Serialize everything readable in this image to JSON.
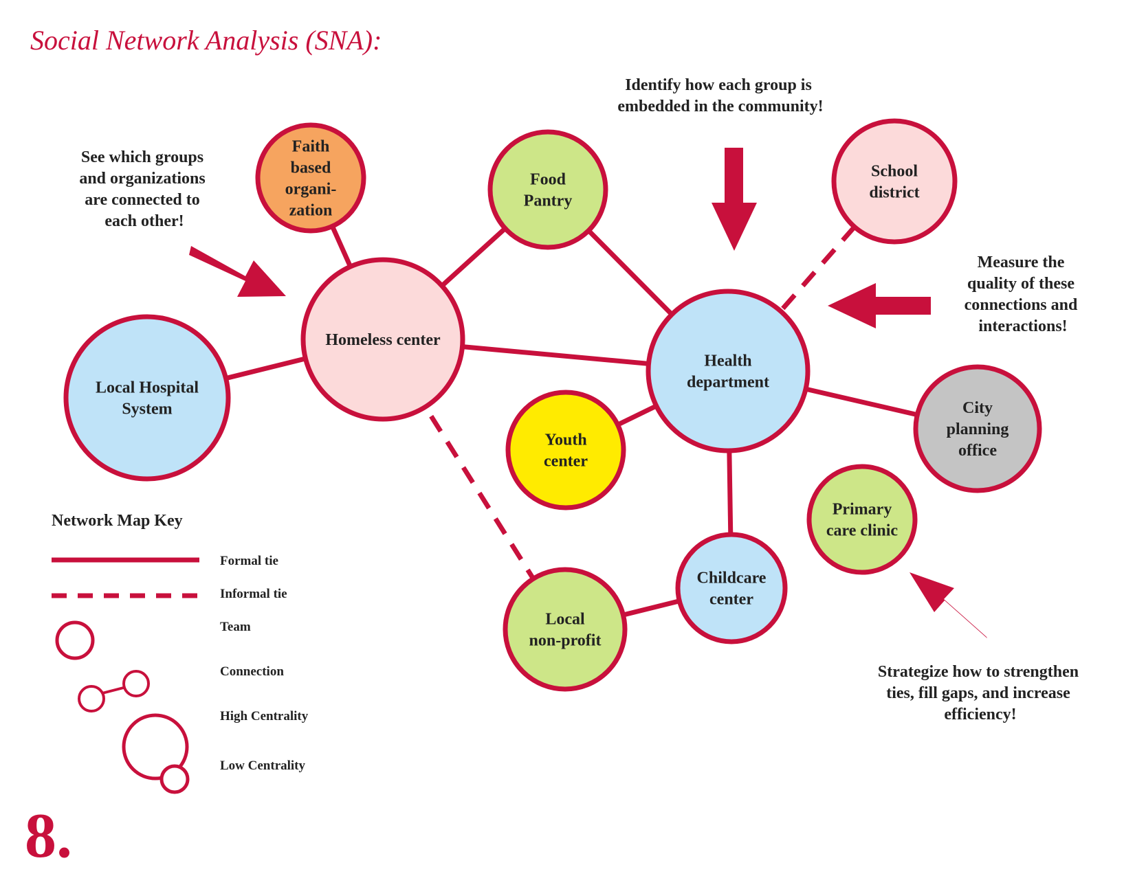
{
  "title": "Social Network Analysis (SNA):",
  "page_number": "8.",
  "colors": {
    "accent": "#c8103c",
    "blue": "#bfe3f8",
    "pink": "#fcdada",
    "green": "#cde688",
    "orange": "#f6a45f",
    "yellow": "#ffeb00",
    "gray": "#c4c4c4"
  },
  "nodes": [
    {
      "id": "faith",
      "lines": [
        "Faith",
        "based",
        "organi-",
        "zation"
      ],
      "fill": "#f6a45f"
    },
    {
      "id": "food",
      "lines": [
        "Food",
        "Pantry"
      ],
      "fill": "#cde688"
    },
    {
      "id": "school",
      "lines": [
        "School",
        "district"
      ],
      "fill": "#fcdada"
    },
    {
      "id": "homeless",
      "lines": [
        "Homeless center"
      ],
      "fill": "#fcdada"
    },
    {
      "id": "hospital",
      "lines": [
        "Local Hospital",
        "System"
      ],
      "fill": "#bfe3f8"
    },
    {
      "id": "health",
      "lines": [
        "Health",
        "department"
      ],
      "fill": "#bfe3f8"
    },
    {
      "id": "youth",
      "lines": [
        "Youth",
        "center"
      ],
      "fill": "#ffeb00"
    },
    {
      "id": "city",
      "lines": [
        "City",
        "planning",
        "office"
      ],
      "fill": "#c4c4c4"
    },
    {
      "id": "primary",
      "lines": [
        "Primary",
        "care clinic"
      ],
      "fill": "#cde688"
    },
    {
      "id": "childcare",
      "lines": [
        "Childcare",
        "center"
      ],
      "fill": "#bfe3f8"
    },
    {
      "id": "nonprofit",
      "lines": [
        "Local",
        "non-profit"
      ],
      "fill": "#cde688"
    }
  ],
  "edges": [
    {
      "from": "faith",
      "to": "homeless",
      "type": "formal"
    },
    {
      "from": "food",
      "to": "homeless",
      "type": "formal"
    },
    {
      "from": "food",
      "to": "health",
      "type": "formal"
    },
    {
      "from": "hospital",
      "to": "homeless",
      "type": "formal"
    },
    {
      "from": "homeless",
      "to": "health",
      "type": "formal"
    },
    {
      "from": "school",
      "to": "health",
      "type": "informal"
    },
    {
      "from": "health",
      "to": "youth",
      "type": "formal"
    },
    {
      "from": "health",
      "to": "city",
      "type": "formal"
    },
    {
      "from": "health",
      "to": "childcare",
      "type": "formal"
    },
    {
      "from": "childcare",
      "to": "nonprofit",
      "type": "formal"
    },
    {
      "from": "homeless",
      "to": "nonprofit",
      "type": "informal"
    }
  ],
  "annotations": {
    "connected": [
      "See which groups",
      "and organizations",
      "are connected to",
      "each other!"
    ],
    "embedded": [
      "Identify how each group is",
      "embedded in the community!"
    ],
    "quality": [
      "Measure the",
      "quality of these",
      "connections and",
      "interactions!"
    ],
    "strategize": [
      "Strategize how to strengthen",
      "ties, fill gaps, and increase",
      "efficiency!"
    ]
  },
  "key": {
    "title": "Network Map Key",
    "formal": "Formal tie",
    "informal": "Informal tie",
    "team": "Team",
    "connection": "Connection",
    "high": "High Centrality",
    "low": "Low Centrality"
  }
}
